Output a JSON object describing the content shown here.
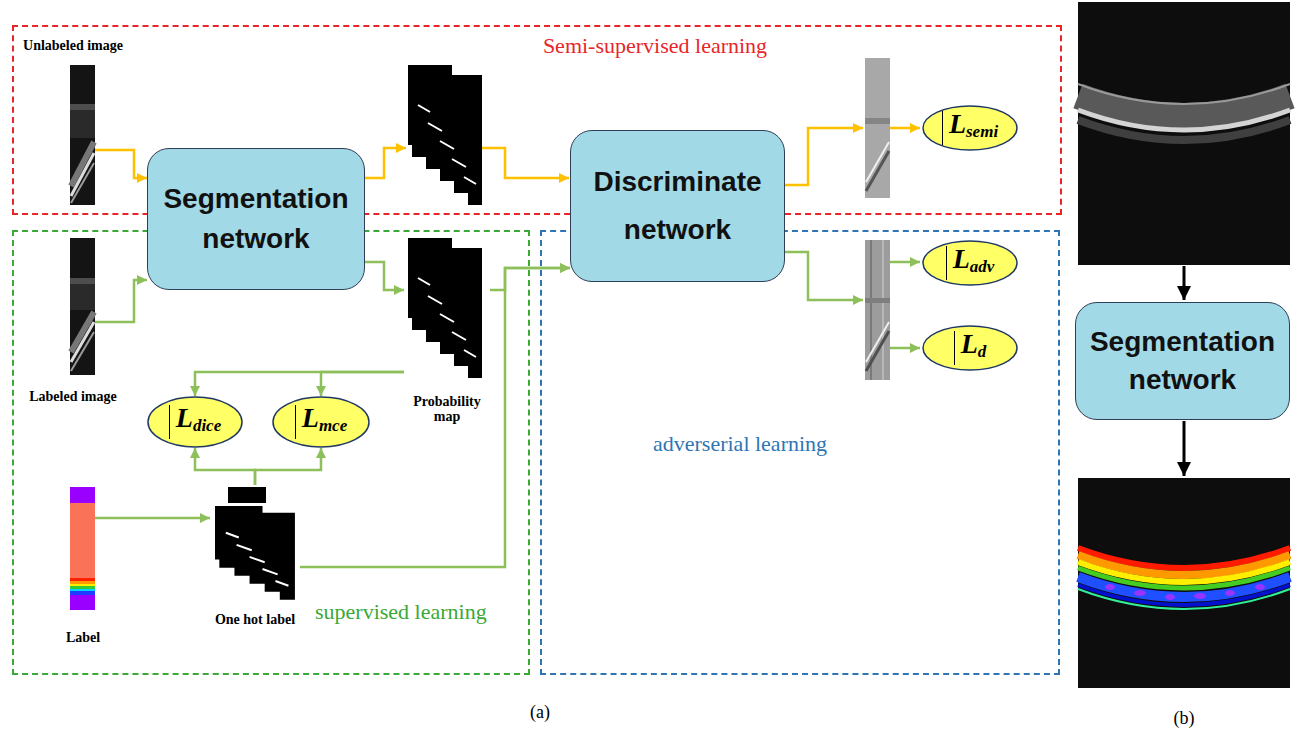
{
  "diagram": {
    "nodes": [
      {
        "text": [
          "Semi-supervised learning"
        ]
      },
      {
        "text": [
          "Unlabeled image"
        ],
        "in": 0
      },
      {
        "text": [
          "Segmentation network"
        ]
      },
      {
        "text": [
          "Discriminate network"
        ]
      },
      {
        "text": [
          "Lsemi"
        ],
        "in": 0
      },
      {
        "text": [
          "supervised learning"
        ]
      },
      {
        "text": [
          "Labeled image"
        ],
        "in": 5
      },
      {
        "text": [
          "Probability map"
        ],
        "in": 5
      },
      {
        "text": [
          "Ldice"
        ],
        "in": 5
      },
      {
        "text": [
          "Lmce"
        ],
        "in": 5
      },
      {
        "text": [
          "Label"
        ],
        "in": 5
      },
      {
        "text": [
          "One hot label"
        ],
        "in": 5
      },
      {
        "text": [
          "adverserial learning"
        ]
      },
      {
        "text": [
          "Ladv"
        ],
        "in": 12
      },
      {
        "text": [
          "Ld"
        ],
        "in": 12
      },
      {
        "text": [
          "Segmentation network"
        ]
      }
    ],
    "edges": [
      {
        "from": 1,
        "to": 2,
        "arrow": "to"
      },
      {
        "from": 6,
        "to": 2,
        "arrow": "to"
      },
      {
        "from": 2,
        "to": 7,
        "arrow": "to"
      },
      {
        "from": 7,
        "to": 8,
        "arrow": "to"
      },
      {
        "from": 7,
        "to": 9,
        "arrow": "to"
      },
      {
        "from": 11,
        "to": 8,
        "arrow": "to"
      },
      {
        "from": 11,
        "to": 9,
        "arrow": "to"
      },
      {
        "from": 10,
        "to": 11,
        "arrow": "to"
      },
      {
        "from": 7,
        "to": 3,
        "arrow": "to"
      },
      {
        "from": 11,
        "to": 3,
        "arrow": "to"
      }
    ],
    "labels": [
      "(a)",
      "(b)"
    ]
  }
}
